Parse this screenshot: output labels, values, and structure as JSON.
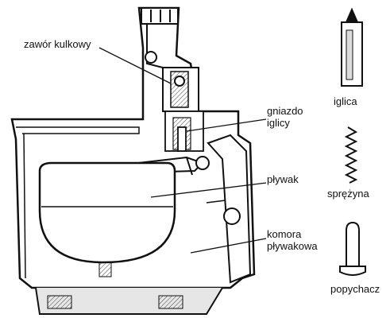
{
  "labels": {
    "ball_valve": "zawór kulkowy",
    "needle_seat_line1": "gniazdo",
    "needle_seat_line2": "iglicy",
    "float": "pływak",
    "float_chamber_line1": "komora",
    "float_chamber_line2": "pływakowa",
    "needle": "iglica",
    "spring": "sprężyna",
    "pusher": "popychacz"
  },
  "colors": {
    "ink": "#111111",
    "shade": "#c8c8c8",
    "paper": "#ffffff"
  }
}
